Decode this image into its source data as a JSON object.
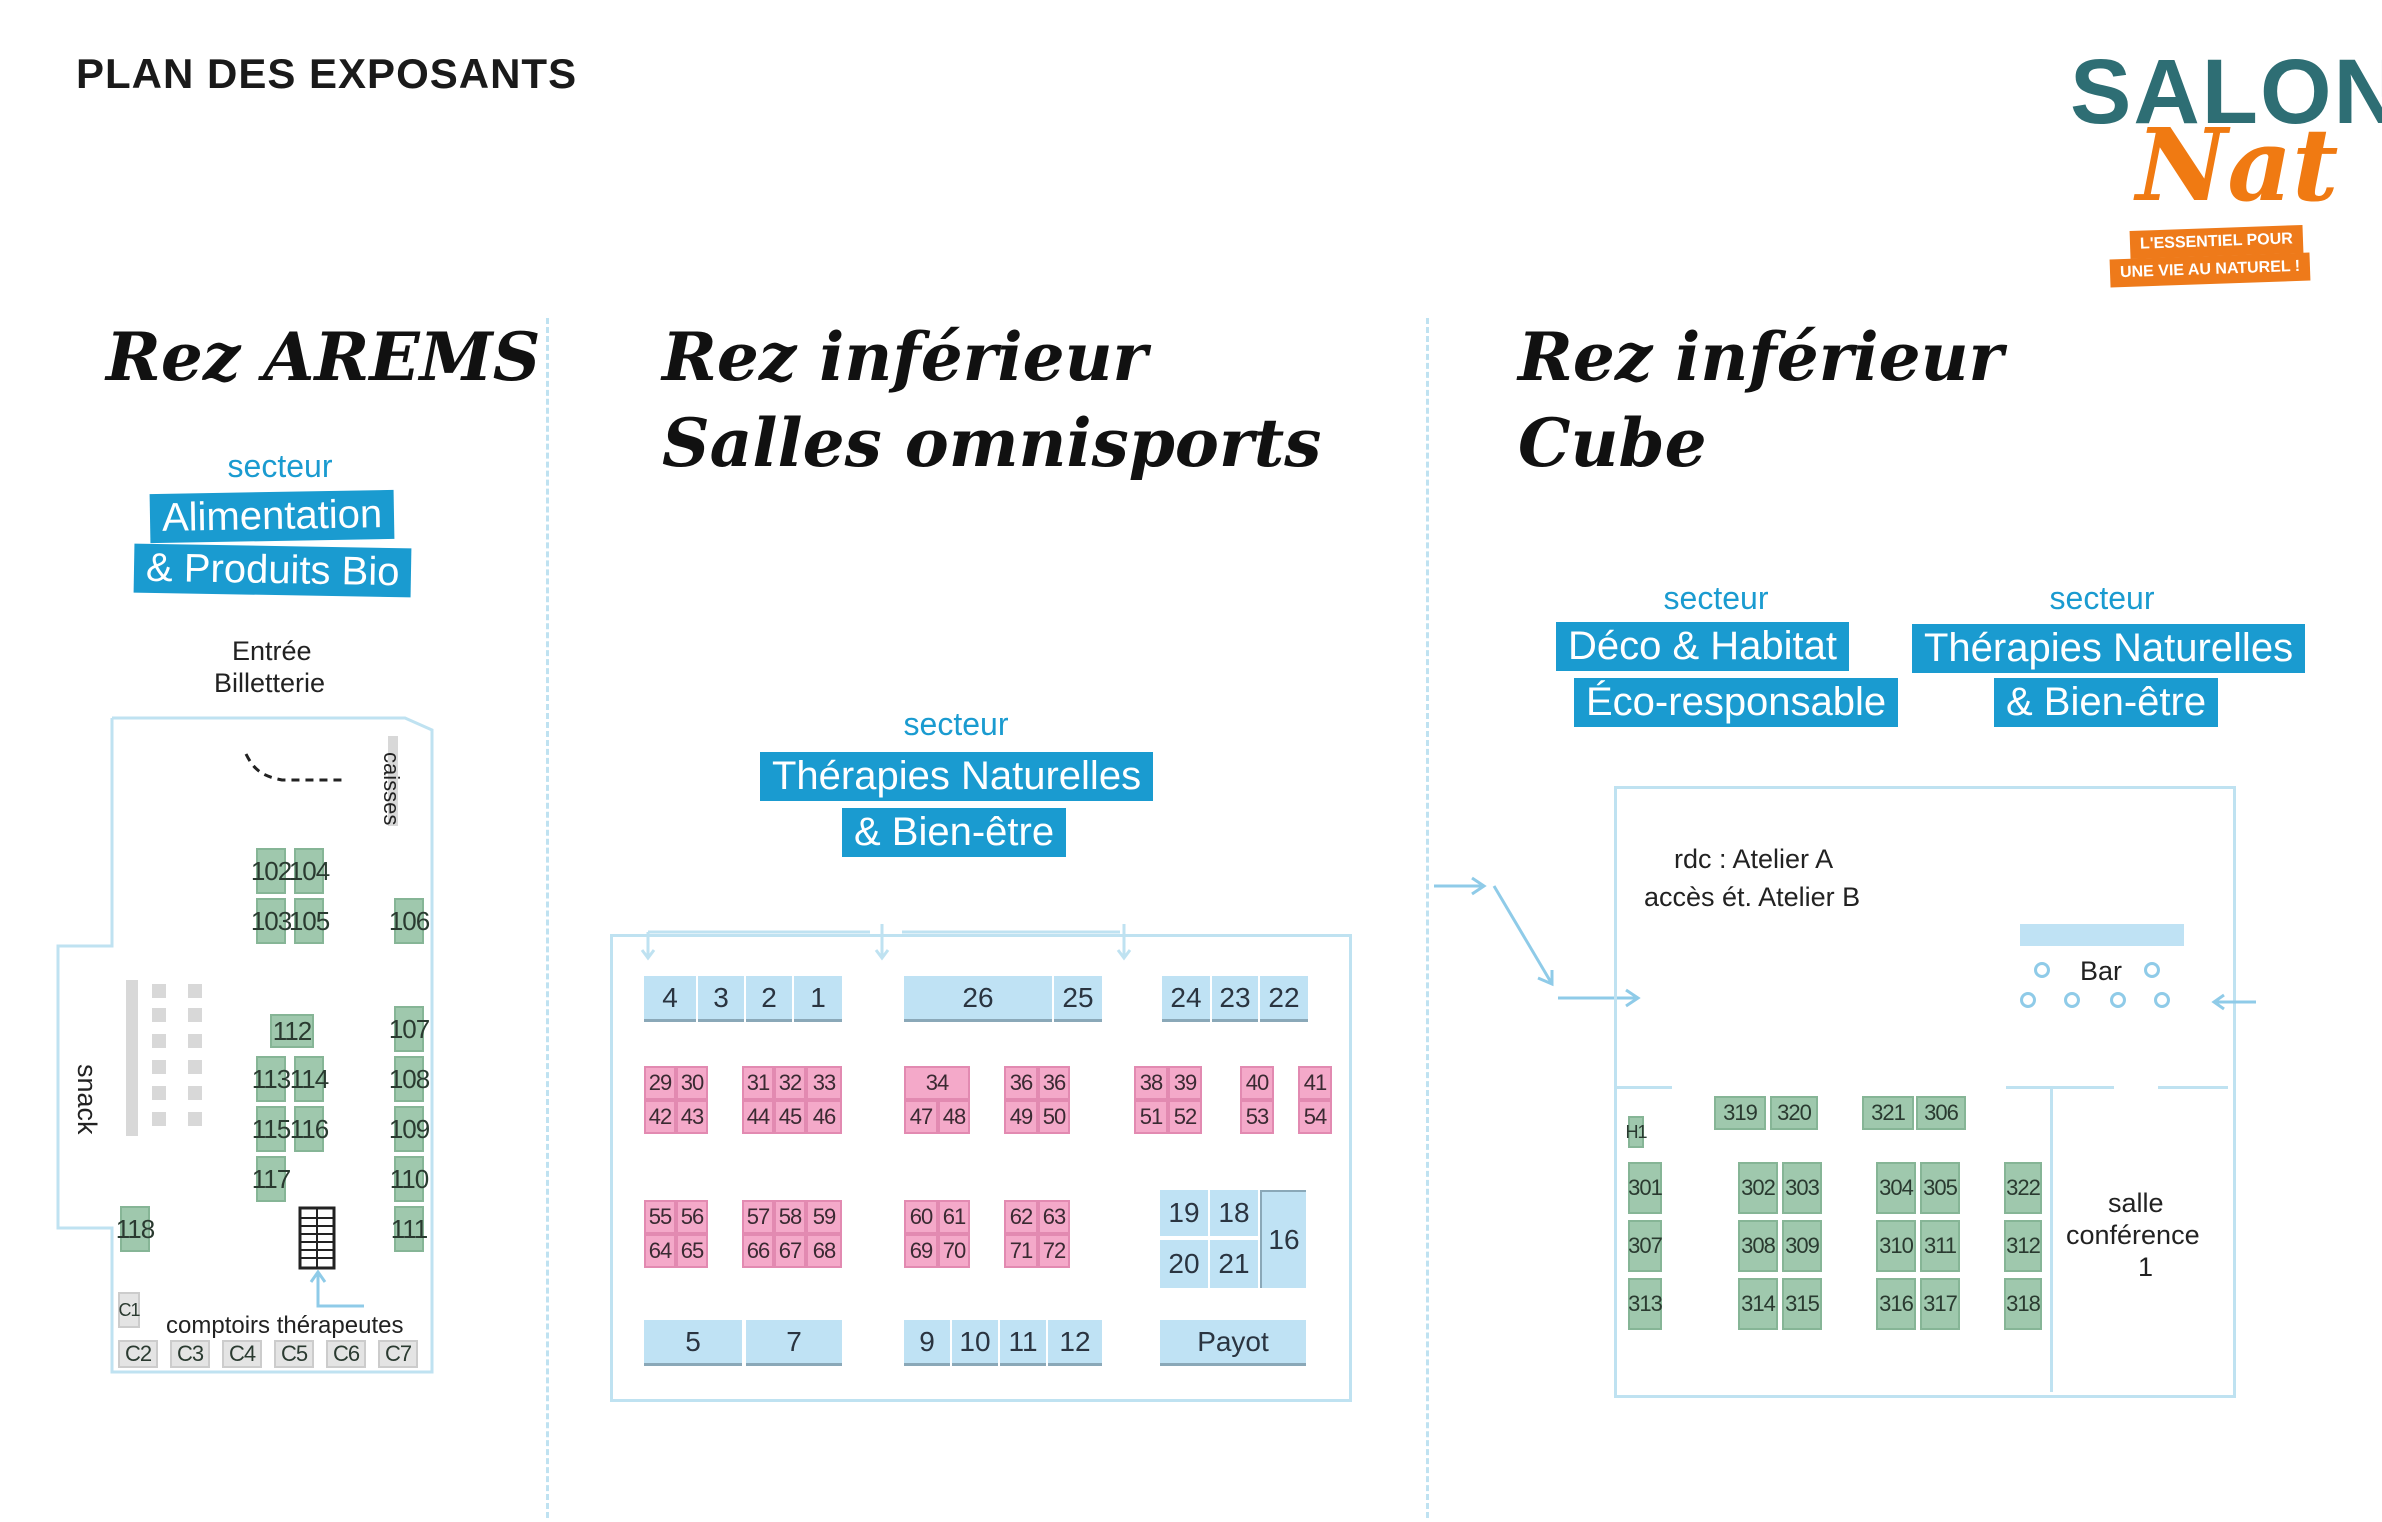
{
  "header": {
    "title": "PLAN DES EXPOSANTS"
  },
  "logo": {
    "word1": "SALON",
    "word2": "Nat",
    "tag1": "L'ESSENTIEL POUR",
    "tag2": "UNE VIE AU NATUREL !"
  },
  "colors": {
    "accent": "#1a9bd0",
    "green": "#9fc8ad",
    "pink": "#f4a9c9",
    "blue": "#bfe2f4",
    "orange": "#ee7a1a",
    "teal": "#2e6e74"
  },
  "z1": {
    "title": "Rez AREMS",
    "sector_word": "secteur",
    "band1": "Alimentation",
    "band2": "& Produits Bio",
    "entry1": "Entrée",
    "entry2": "Billetterie",
    "caisses": "caisses",
    "snack": "snack",
    "comptoirs": "comptoirs thérapeutes",
    "stands": {
      "s102": "102",
      "s104": "104",
      "s103": "103",
      "s105": "105",
      "s106": "106",
      "s112": "112",
      "s107": "107",
      "s113": "113",
      "s114": "114",
      "s108": "108",
      "s115": "115",
      "s116": "116",
      "s109": "109",
      "s117": "117",
      "s110": "110",
      "s118": "118",
      "s111": "111"
    },
    "counters": {
      "c1": "C1",
      "c2": "C2",
      "c3": "C3",
      "c4": "C4",
      "c5": "C5",
      "c6": "C6",
      "c7": "C7"
    }
  },
  "z2": {
    "title1": "Rez inférieur",
    "title2": "Salles omnisports",
    "sector_word": "secteur",
    "band1": "Thérapies Naturelles",
    "band2": "& Bien-être",
    "blue": {
      "b4": "4",
      "b3": "3",
      "b2": "2",
      "b1": "1",
      "b26": "26",
      "b25": "25",
      "b24": "24",
      "b23": "23",
      "b22": "22",
      "b19": "19",
      "b18": "18",
      "b16": "16",
      "b20": "20",
      "b21": "21",
      "b5": "5",
      "b7": "7",
      "b9": "9",
      "b10": "10",
      "b11": "11",
      "b12": "12",
      "payot": "Payot"
    },
    "pink": {
      "p29": "29",
      "p30": "30",
      "p42": "42",
      "p43": "43",
      "p31": "31",
      "p32": "32",
      "p33": "33",
      "p44": "44",
      "p45": "45",
      "p46": "46",
      "p34": "34",
      "p47": "47",
      "p48": "48",
      "p36a": "36",
      "p36b": "36",
      "p49": "49",
      "p50": "50",
      "p38": "38",
      "p39": "39",
      "p51": "51",
      "p52": "52",
      "p40": "40",
      "p53": "53",
      "p41": "41",
      "p54": "54",
      "p55": "55",
      "p56": "56",
      "p64": "64",
      "p65": "65",
      "p57": "57",
      "p58": "58",
      "p59": "59",
      "p66": "66",
      "p67": "67",
      "p68": "68",
      "p60": "60",
      "p61": "61",
      "p69": "69",
      "p70": "70",
      "p62": "62",
      "p63": "63",
      "p71": "71",
      "p72": "72"
    }
  },
  "z3": {
    "title1": "Rez inférieur",
    "title2": "Cube",
    "sectorA_word": "secteur",
    "sectorA_band1": "Déco & Habitat",
    "sectorA_band2": "Éco-responsable",
    "sectorB_word": "secteur",
    "sectorB_band1": "Thérapies Naturelles",
    "sectorB_band2": "& Bien-être",
    "rdc1": "rdc : Atelier A",
    "rdc2": "accès ét. Atelier B",
    "bar": "Bar",
    "salle1": "salle",
    "salle2": "conférence",
    "salle3": "1",
    "stands": {
      "h1": "H1",
      "s319": "319",
      "s320": "320",
      "s321": "321",
      "s306": "306",
      "s301": "301",
      "s302": "302",
      "s303": "303",
      "s304": "304",
      "s305": "305",
      "s322": "322",
      "s307": "307",
      "s308": "308",
      "s309": "309",
      "s310": "310",
      "s311": "311",
      "s312": "312",
      "s313": "313",
      "s314": "314",
      "s315": "315",
      "s316": "316",
      "s317": "317",
      "s318": "318"
    }
  }
}
